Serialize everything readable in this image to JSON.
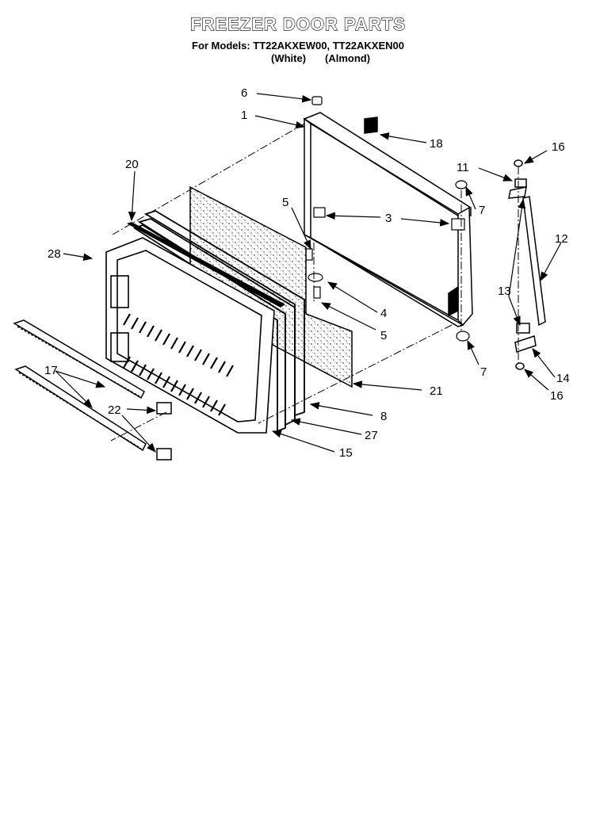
{
  "header": {
    "title": "FREEZER DOOR PARTS",
    "models_line": "For Models: TT22AKXEW00, TT22AKXEN00",
    "variant_white": "(White)",
    "variant_almond": "(Almond)"
  },
  "callouts": {
    "c1": "1",
    "c3": "3",
    "c4": "4",
    "c5a": "5",
    "c5b": "5",
    "c6": "6",
    "c7a": "7",
    "c7b": "7",
    "c8": "8",
    "c11": "11",
    "c12": "12",
    "c13": "13",
    "c14": "14",
    "c15": "15",
    "c16a": "16",
    "c16b": "16",
    "c17": "17",
    "c18": "18",
    "c20": "20",
    "c21": "21",
    "c22": "22",
    "c27": "27",
    "c28": "28"
  }
}
